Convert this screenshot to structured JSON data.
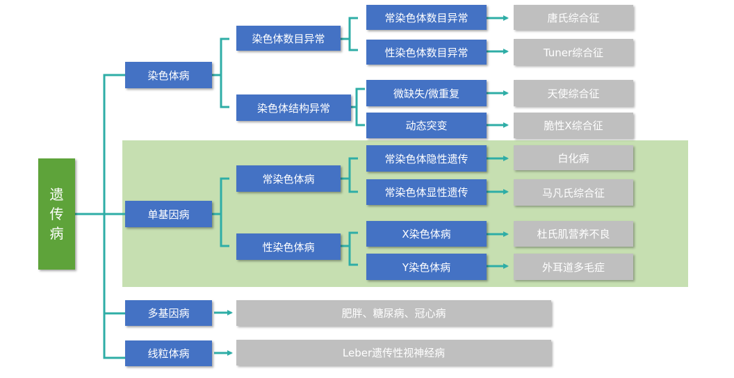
{
  "root": {
    "label": "遗传病"
  },
  "categories": {
    "chromosome": "染色体病",
    "single_gene": "单基因病",
    "polygenic": "多基因病",
    "mitochondrial": "线粒体病"
  },
  "subcategories": {
    "number_abnormal": "染色体数目异常",
    "structure_abnormal": "染色体结构异常",
    "autosomal": "常染色体病",
    "sex_linked": "性染色体病"
  },
  "types": {
    "autosome_number": "常染色体数目异常",
    "sex_number": "性染色体数目异常",
    "microdeletion": "微缺失/微重复",
    "dynamic_mutation": "动态突变",
    "autosomal_recessive": "常染色体隐性遗传",
    "autosomal_dominant": "常染色体显性遗传",
    "x_linked": "X染色体病",
    "y_linked": "Y染色体病"
  },
  "examples": {
    "down": "唐氏综合征",
    "turner": "Tuner综合征",
    "angelman": "天使综合征",
    "fragile_x": "脆性X综合征",
    "albinism": "白化病",
    "marfan": "马凡氏综合征",
    "duchenne": "杜氏肌营养不良",
    "hairy_ear": "外耳道多毛症",
    "polygenic_examples": "肥胖、糖尿病、冠心病",
    "leber": "Leber遗传性视神经病"
  },
  "colors": {
    "connector": "#2eada6",
    "blue_box": "#4472c4",
    "grey_box": "#bfbfbf",
    "root_box": "#5ea33a",
    "highlight": "#c6dfb1"
  }
}
